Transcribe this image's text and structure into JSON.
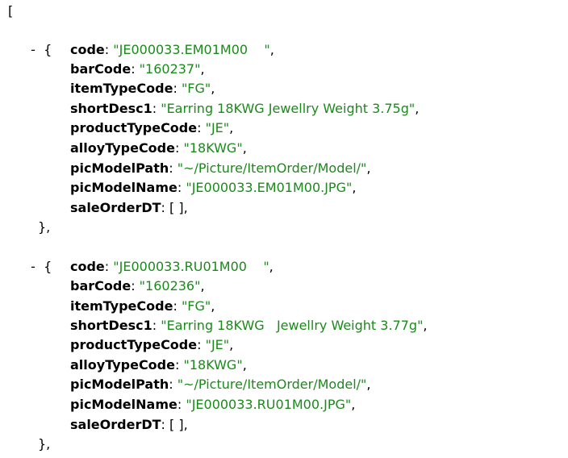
{
  "open_bracket": "[",
  "collapse_symbol": "-",
  "open_brace": "{",
  "close_brace": "},",
  "records": [
    {
      "code": {
        "key": "code",
        "value": "\"JE000033.EM01M00    \"",
        "trail": ","
      },
      "barCode": {
        "key": "barCode",
        "value": "\"160237\"",
        "trail": ","
      },
      "itemTypeCode": {
        "key": "itemTypeCode",
        "value": "\"FG\"",
        "trail": ","
      },
      "shortDesc1": {
        "key": "shortDesc1",
        "value": "\"Earring 18KWG Jewellry Weight 3.75g\"",
        "trail": ","
      },
      "productTypeCode": {
        "key": "productTypeCode",
        "value": "\"JE\"",
        "trail": ","
      },
      "alloyTypeCode": {
        "key": "alloyTypeCode",
        "value": "\"18KWG\"",
        "trail": ","
      },
      "picModelPath": {
        "key": "picModelPath",
        "value": "\"~/Picture/ItemOrder/Model/\"",
        "trail": ","
      },
      "picModelName": {
        "key": "picModelName",
        "value": "\"JE000033.EM01M00.JPG\"",
        "trail": ","
      },
      "saleOrderDT": {
        "key": "saleOrderDT",
        "value": "[ ]",
        "trail": ","
      }
    },
    {
      "code": {
        "key": "code",
        "value": "\"JE000033.RU01M00    \"",
        "trail": ","
      },
      "barCode": {
        "key": "barCode",
        "value": "\"160236\"",
        "trail": ","
      },
      "itemTypeCode": {
        "key": "itemTypeCode",
        "value": "\"FG\"",
        "trail": ","
      },
      "shortDesc1": {
        "key": "shortDesc1",
        "value": "\"Earring 18KWG   Jewellry Weight 3.77g\"",
        "trail": ","
      },
      "productTypeCode": {
        "key": "productTypeCode",
        "value": "\"JE\"",
        "trail": ","
      },
      "alloyTypeCode": {
        "key": "alloyTypeCode",
        "value": "\"18KWG\"",
        "trail": ","
      },
      "picModelPath": {
        "key": "picModelPath",
        "value": "\"~/Picture/ItemOrder/Model/\"",
        "trail": ","
      },
      "picModelName": {
        "key": "picModelName",
        "value": "\"JE000033.RU01M00.JPG\"",
        "trail": ","
      },
      "saleOrderDT": {
        "key": "saleOrderDT",
        "value": "[ ]",
        "trail": ","
      }
    }
  ],
  "colors": {
    "string": "#1a8a1a",
    "key": "#000000",
    "background": "#ffffff"
  }
}
